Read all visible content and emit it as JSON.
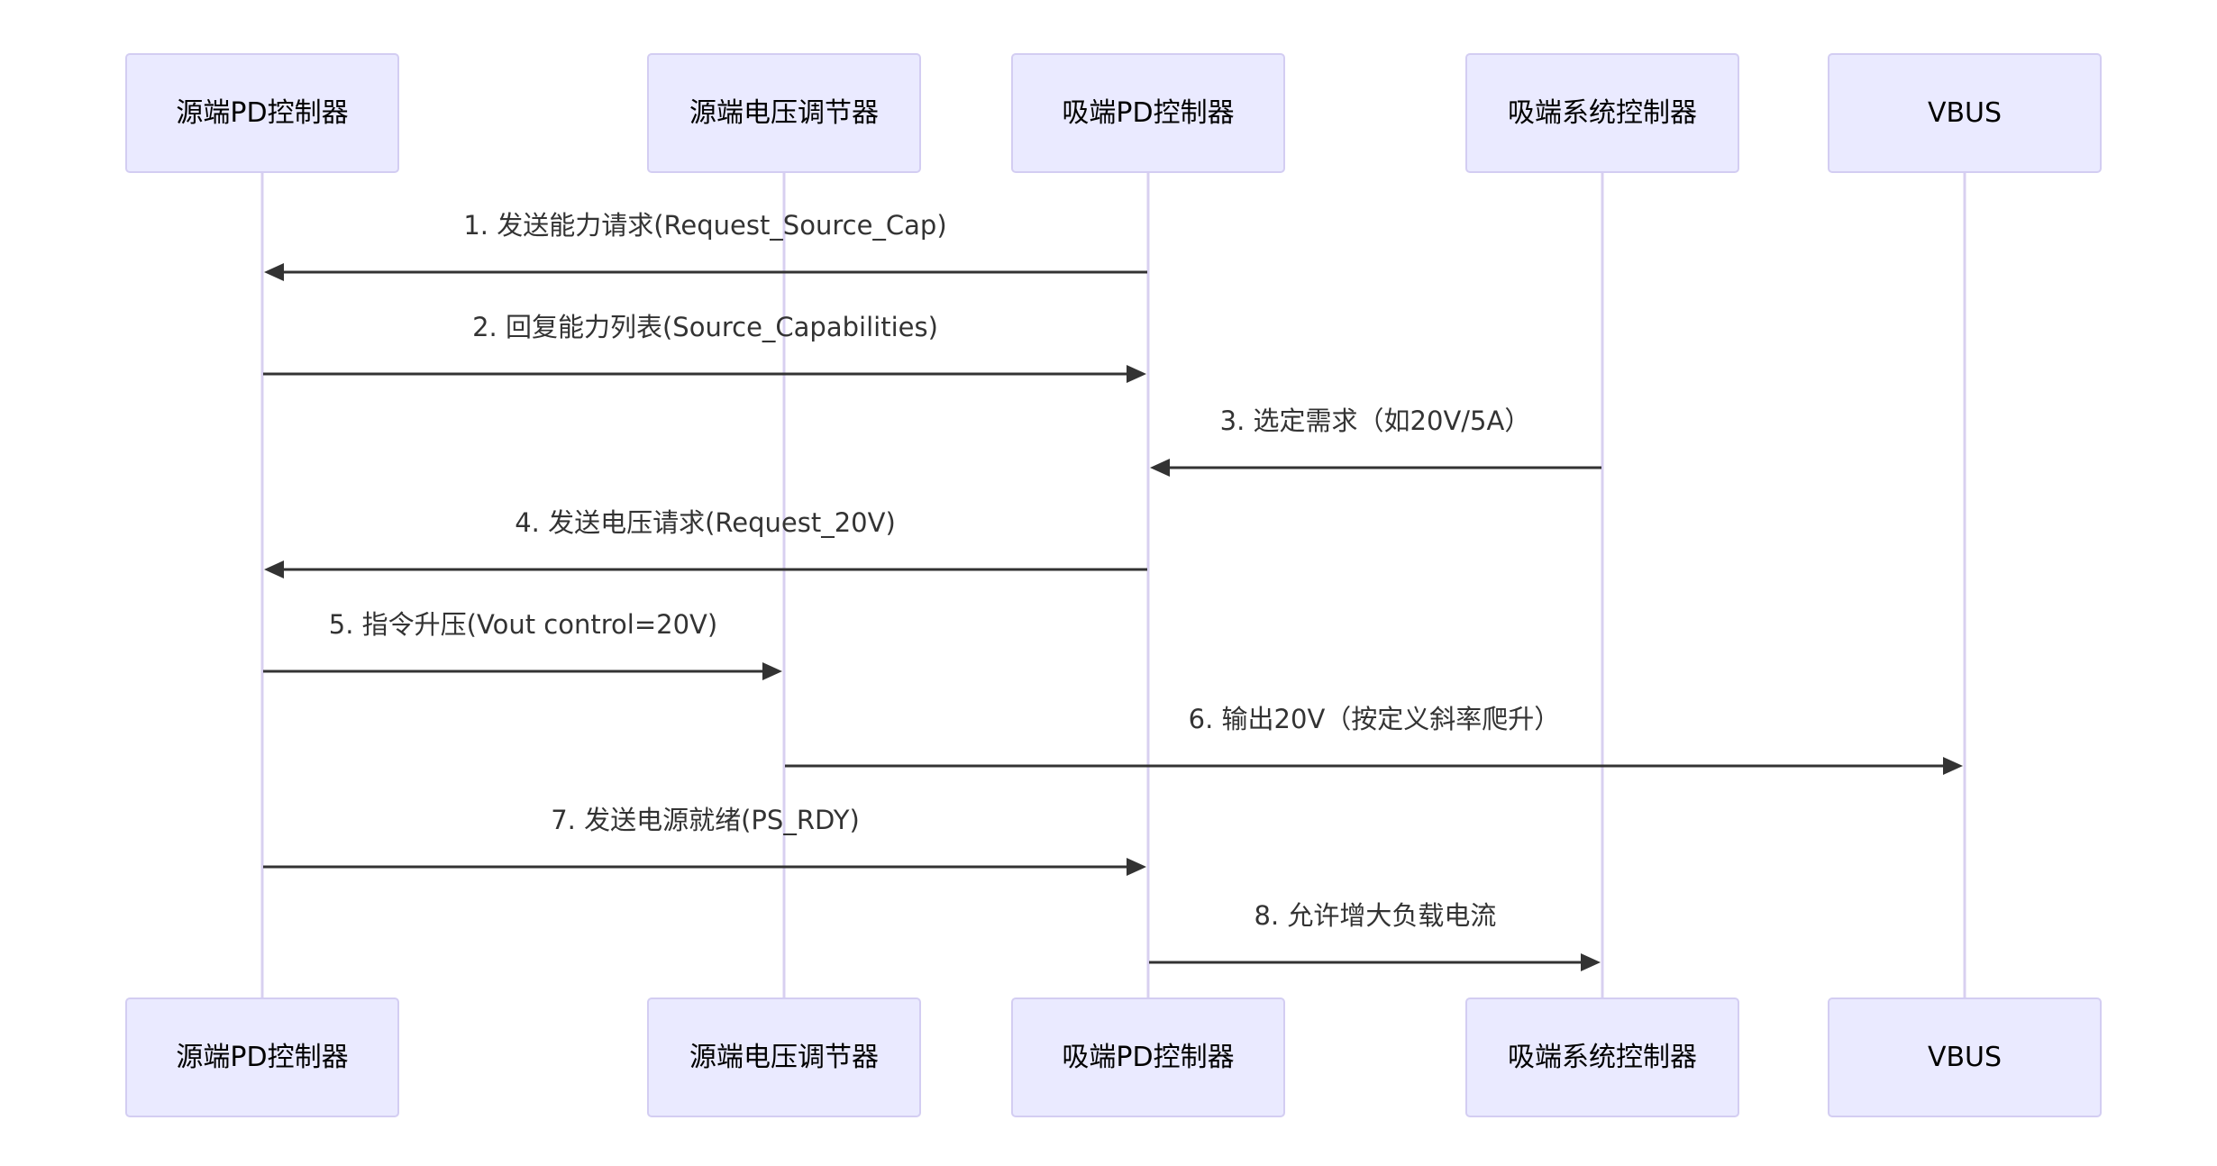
{
  "diagram": {
    "type": "sequence",
    "actors": [
      {
        "id": "src_pd",
        "label": "源端PD控制器"
      },
      {
        "id": "src_reg",
        "label": "源端电压调节器"
      },
      {
        "id": "snk_pd",
        "label": "吸端PD控制器"
      },
      {
        "id": "snk_sys",
        "label": "吸端系统控制器"
      },
      {
        "id": "vbus",
        "label": "VBUS"
      }
    ],
    "messages": [
      {
        "from": "snk_pd",
        "to": "src_pd",
        "label": "1. 发送能力请求(Request_Source_Cap)"
      },
      {
        "from": "src_pd",
        "to": "snk_pd",
        "label": "2. 回复能力列表(Source_Capabilities)"
      },
      {
        "from": "snk_sys",
        "to": "snk_pd",
        "label": "3. 选定需求（如20V/5A）"
      },
      {
        "from": "snk_pd",
        "to": "src_pd",
        "label": "4. 发送电压请求(Request_20V)"
      },
      {
        "from": "src_pd",
        "to": "src_reg",
        "label": "5. 指令升压(Vout control=20V)"
      },
      {
        "from": "src_reg",
        "to": "vbus",
        "label": "6. 输出20V（按定义斜率爬升）"
      },
      {
        "from": "src_pd",
        "to": "snk_pd",
        "label": "7. 发送电源就绪(PS_RDY)"
      },
      {
        "from": "snk_pd",
        "to": "snk_sys",
        "label": "8. 允许增大负载电流"
      }
    ],
    "colors": {
      "actor_fill": "#eaeaff",
      "actor_border": "#d3cdf2",
      "lifeline": "#d8d0f0",
      "message": "#333333"
    }
  }
}
